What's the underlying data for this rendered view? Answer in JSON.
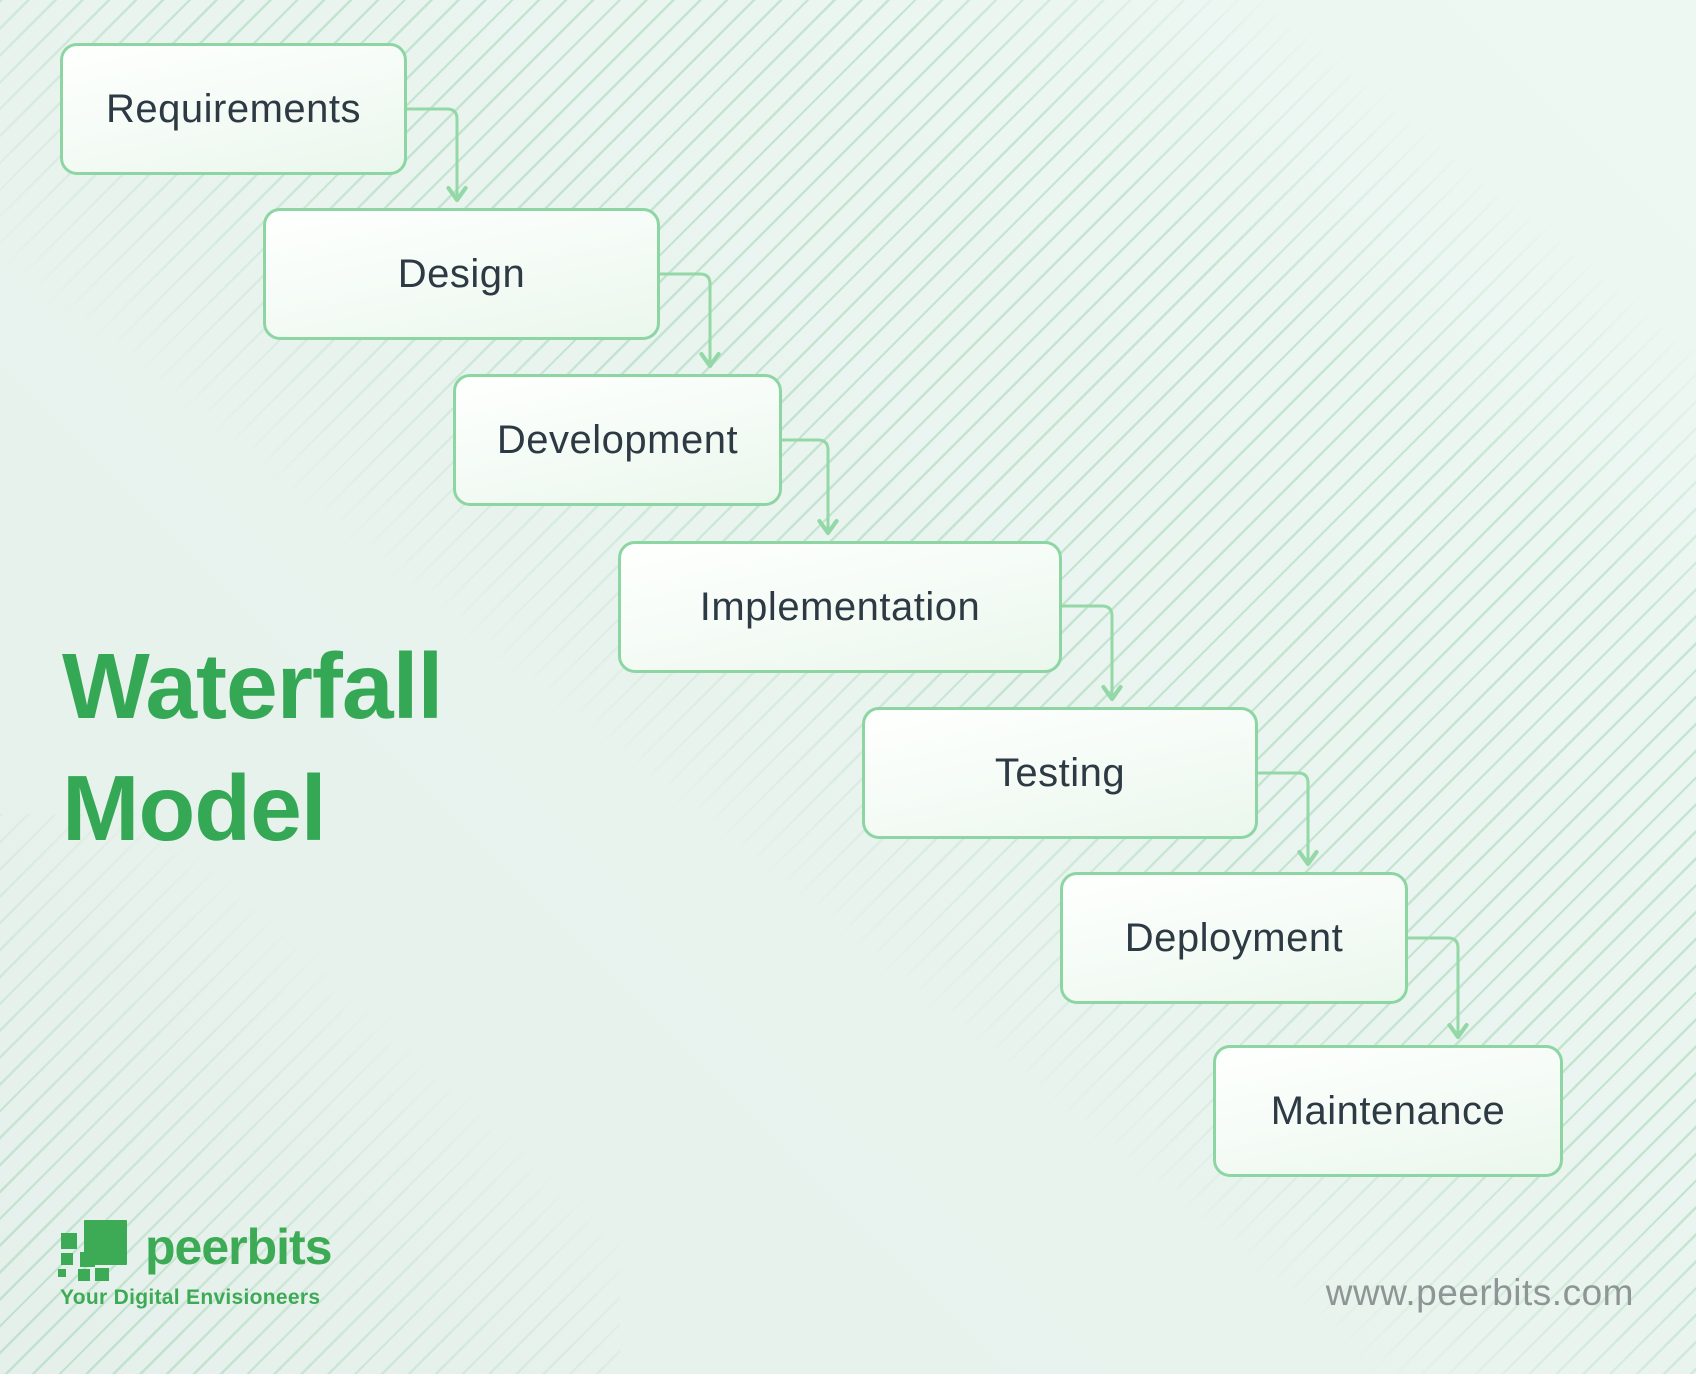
{
  "diagram": {
    "title_line1": "Waterfall",
    "title_line2": "Model",
    "steps": [
      {
        "label": "Requirements"
      },
      {
        "label": "Design"
      },
      {
        "label": "Development"
      },
      {
        "label": "Implementation"
      },
      {
        "label": "Testing"
      },
      {
        "label": "Deployment"
      },
      {
        "label": "Maintenance"
      }
    ]
  },
  "branding": {
    "logo_text": "peerbits",
    "tagline": "Your Digital Envisioneers",
    "website": "www.peerbits.com",
    "logo_mark_icon": "pixel-mosaic-square"
  },
  "colors": {
    "title_green": "#35a855",
    "logo_green": "#3dab55",
    "box_border_green": "#8dd6a3",
    "arrow_green": "#93d8a6",
    "box_text": "#2d3a44",
    "website_gray": "#8d9695",
    "background": "#eaf4ef",
    "stripe_green": "#78c694"
  }
}
